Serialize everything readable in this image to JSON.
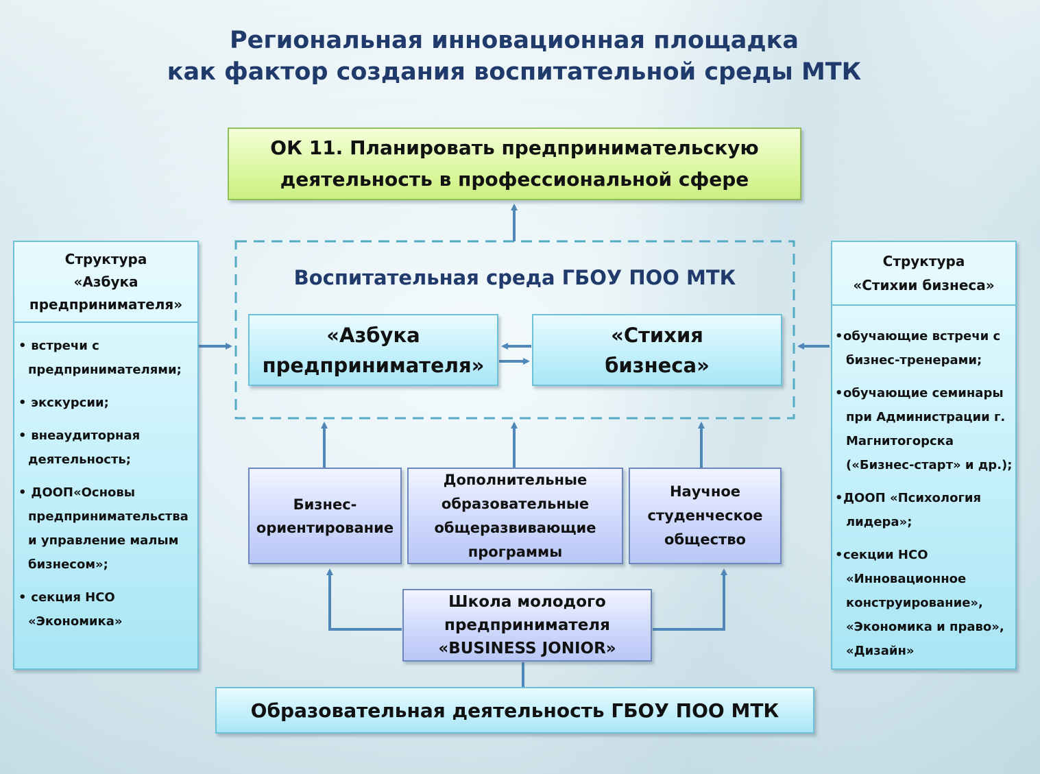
{
  "title": {
    "line1": "Региональная инновационная площадка",
    "line2": "как фактор создания воспитательной среды МТК"
  },
  "top_box": {
    "line1": "ОК 11. Планировать предпринимательскую",
    "line2": "деятельность в профессиональной сфере"
  },
  "environment": {
    "title": "Воспитательная среда ГБОУ ПОО МТК",
    "azbuka": {
      "line1": "«Азбука",
      "line2": "предпринимателя»"
    },
    "stikhiya": {
      "line1": "«Стихия",
      "line2": "бизнеса»"
    }
  },
  "middle_boxes": {
    "business": {
      "line1": "Бизнес-",
      "line2": "ориентирование"
    },
    "programs": {
      "line1": "Дополнительные",
      "line2": "образовательные",
      "line3": "общеразвивающие",
      "line4": "программы"
    },
    "society": {
      "line1": "Научное",
      "line2": "студенческое",
      "line3": "общество"
    }
  },
  "school": {
    "line1": "Школа молодого",
    "line2": "предпринимателя",
    "line3": "«BUSINESS JONIOR»"
  },
  "bottom_box": "Образовательная деятельность ГБОУ ПОО МТК",
  "left_panel": {
    "head": [
      "Структура",
      "«Азбука",
      "предпринимателя»"
    ],
    "items": [
      [
        "встречи с",
        "предпринимателями;"
      ],
      [
        "экскурсии;"
      ],
      [
        "внеаудиторная",
        "деятельность;"
      ],
      [
        "ДООП«Основы",
        "предпринимательства",
        "и управление малым",
        "бизнесом»;"
      ],
      [
        "секция НСО",
        "«Экономика»"
      ]
    ]
  },
  "right_panel": {
    "head": [
      "Структура",
      "«Стихии бизнеса»"
    ],
    "items": [
      [
        "обучающие встречи с",
        "бизнес-тренерами;"
      ],
      [
        "обучающие семинары",
        "при Администрации г.",
        "Магнитогорска",
        "(«Бизнес-старт» и др.);"
      ],
      [
        "ДООП «Психология",
        "лидера»;"
      ],
      [
        "секции НСО",
        "«Инновационное",
        "конструирование»,",
        "«Экономика и право»,",
        "«Дизайн»"
      ]
    ]
  },
  "colors": {
    "arrow": "#4f87b8",
    "dashed_border": "#55aac4",
    "title": "#1f3a6b"
  }
}
